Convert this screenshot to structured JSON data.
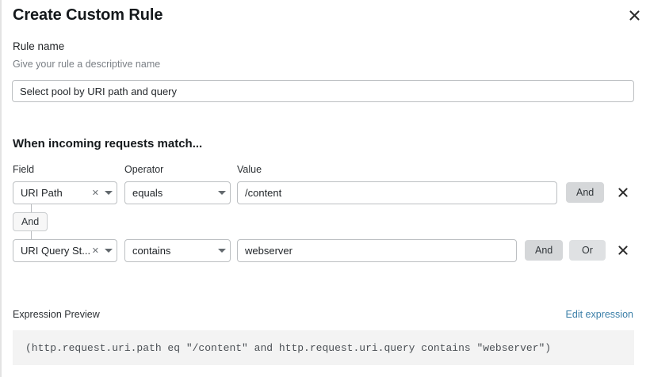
{
  "dialog": {
    "title": "Create Custom Rule",
    "close_icon": "close-icon"
  },
  "rule_name": {
    "label": "Rule name",
    "description": "Give your rule a descriptive name",
    "value": "Select pool by URI path and query",
    "placeholder": "Select pool by URI path and query"
  },
  "conditions": {
    "section_title": "When incoming requests match...",
    "columns": {
      "field": "Field",
      "operator": "Operator",
      "value": "Value"
    },
    "connector_chip": "And",
    "rows": [
      {
        "field": "URI Path",
        "operator": "equals",
        "value": "/content",
        "clear_icon": "clear-icon",
        "chevron_icon": "chevron-down-icon",
        "buttons": [
          "And"
        ],
        "delete_icon": "close-icon"
      },
      {
        "field": "URI Query St...",
        "operator": "contains",
        "value": "webserver",
        "clear_icon": "clear-icon",
        "chevron_icon": "chevron-down-icon",
        "buttons": [
          "And",
          "Or"
        ],
        "delete_icon": "close-icon"
      }
    ]
  },
  "expression": {
    "label": "Expression Preview",
    "edit_link": "Edit expression",
    "code": "(http.request.uri.path eq \"/content\" and http.request.uri.query contains \"webserver\")"
  },
  "colors": {
    "link": "#3b7fa8",
    "pill": "#d5d7d9",
    "pill_light": "#dfe1e3",
    "code_bg": "#f3f3f3",
    "border": "#bcbfc2"
  }
}
